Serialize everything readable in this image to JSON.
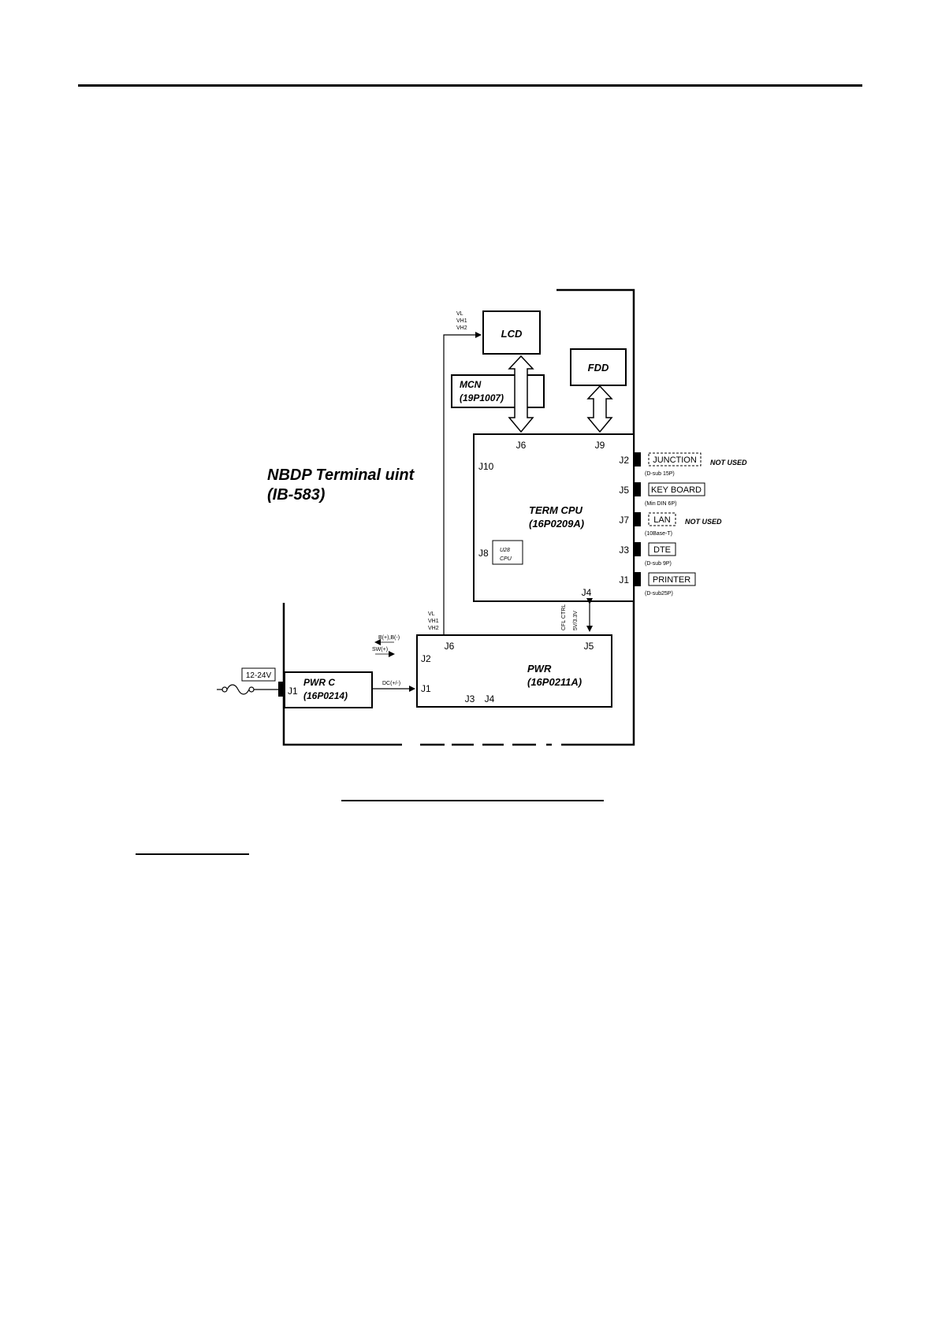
{
  "diagram": {
    "unit": {
      "name": "NBDP Terminal uint",
      "model": "(IB-583)"
    },
    "lcd": {
      "label": "LCD"
    },
    "fdd": {
      "label": "FDD"
    },
    "mcn": {
      "name": "MCN",
      "part": "(19P1007)"
    },
    "lcd_supply": [
      "VL",
      "VH1",
      "VH2"
    ],
    "term_cpu": {
      "name": "TERM CPU",
      "part": "(16P0209A)",
      "j6": "J6",
      "j9": "J9",
      "j10": "J10",
      "j8": "J8",
      "j4": "J4",
      "u28": "U28",
      "cpu": "CPU"
    },
    "ports": [
      {
        "jack": "J2",
        "label": "JUNCTION",
        "sub": "(D-sub 15P)",
        "note": "NOT USED"
      },
      {
        "jack": "J5",
        "label": "KEY BOARD",
        "sub": "(Min DIN 6P)",
        "note": ""
      },
      {
        "jack": "J7",
        "label": "LAN",
        "sub": "(10Base-T)",
        "note": "NOT USED"
      },
      {
        "jack": "J3",
        "label": "DTE",
        "sub": "(D-sub 9P)",
        "note": ""
      },
      {
        "jack": "J1",
        "label": "PRINTER",
        "sub": "(D-sub25P)",
        "note": ""
      }
    ],
    "cpu_pwr_signals": [
      "CFL CTRL",
      "5V/3.3V"
    ],
    "pwr": {
      "name": "PWR",
      "part": "(16P0211A)",
      "j6": "J6",
      "j5": "J5",
      "j2": "J2",
      "j1": "J1",
      "j3": "J3",
      "j4": "J4"
    },
    "pwr_supply": [
      "VL",
      "VH1",
      "VH2"
    ],
    "j2_signals": {
      "battery": "B(+),B(-)",
      "switch": "SW(+)"
    },
    "pwr_c": {
      "name": "PWR C",
      "part": "(16P0214)",
      "j1": "J1"
    },
    "dc_signal": "DC(+/-)",
    "input_voltage": "12-24V"
  }
}
